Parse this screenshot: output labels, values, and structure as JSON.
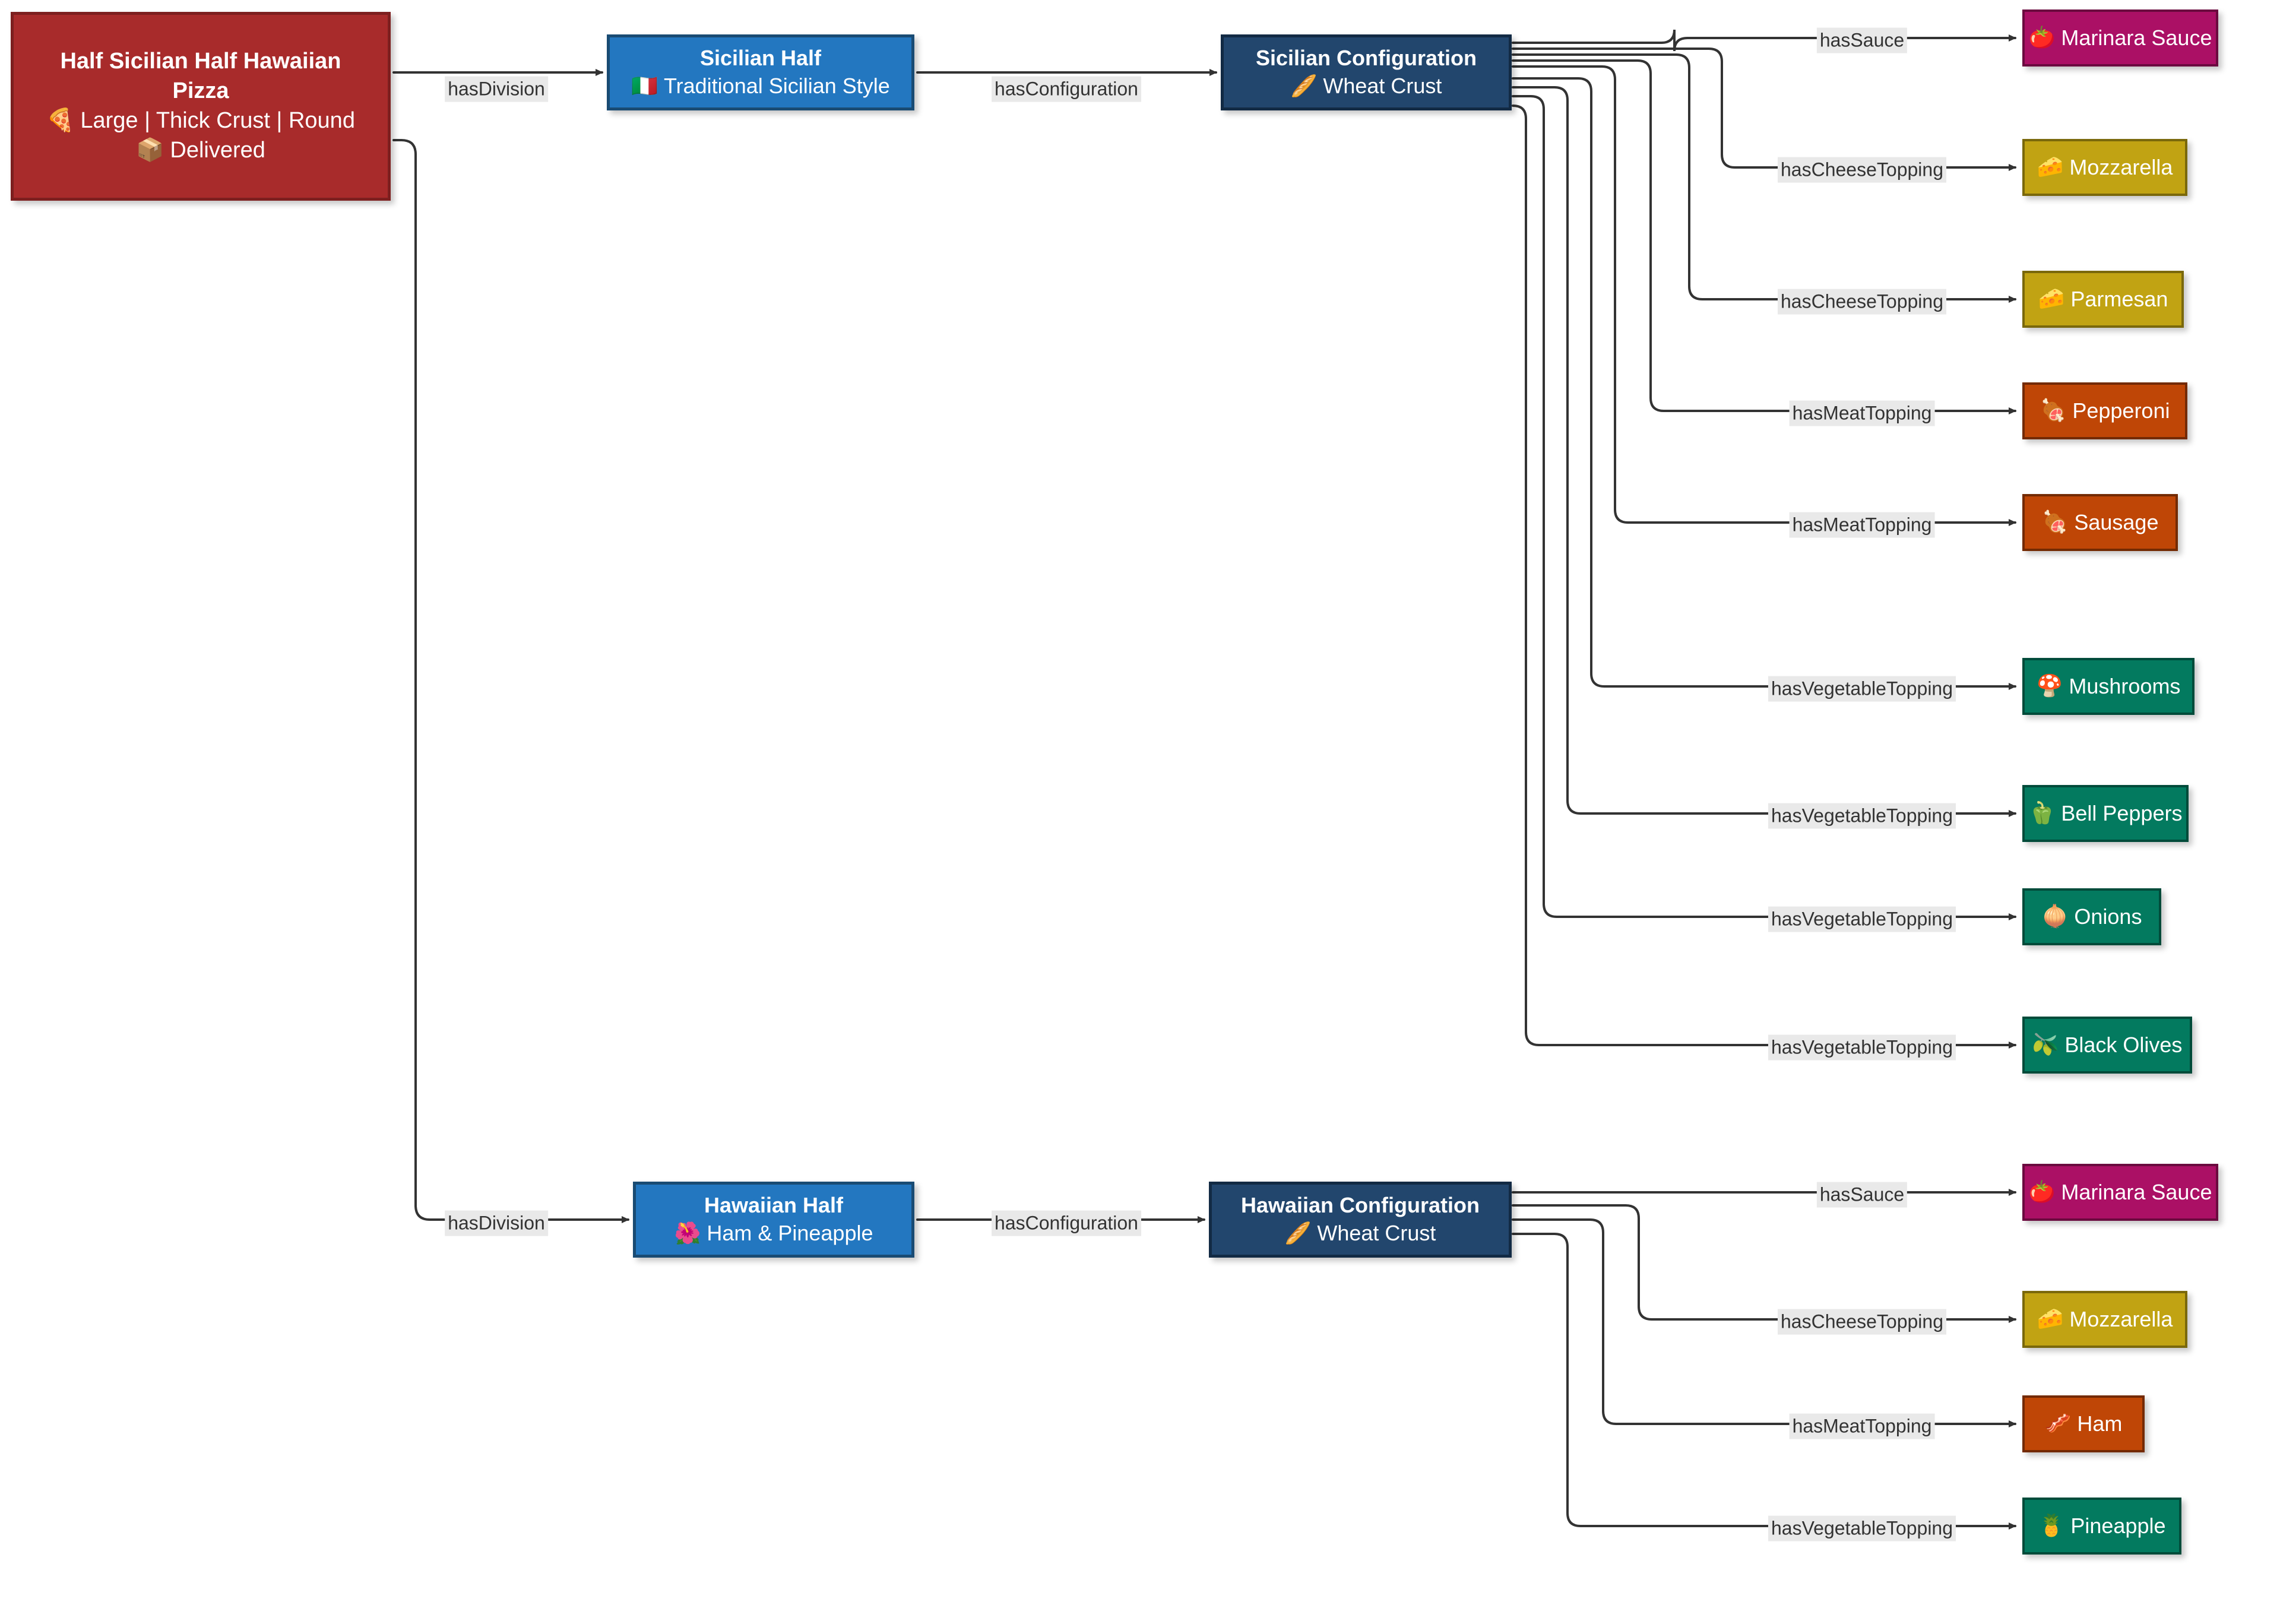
{
  "diagram": {
    "type": "pizza-ontology-graph",
    "orientation": "left-to-right",
    "colors": {
      "root": "#a82b2b",
      "half": "#2377c0",
      "configuration": "#22466d",
      "sauce": "#ab1065",
      "cheese": "#c1a313",
      "meat": "#bf4606",
      "vegetable": "#037a5f",
      "edge": "#333333",
      "edge_label_bg": "#e9e9e9"
    }
  },
  "nodes": {
    "root": {
      "title": "Half Sicilian Half Hawaiian Pizza",
      "title_line1": "Half Sicilian Half Hawaiian",
      "title_line2": "Pizza",
      "spec_icon": "pizza-slice-icon",
      "spec_glyph": "🍕",
      "spec": "Large | Thick Crust | Round",
      "status_icon": "package-icon",
      "status_glyph": "📦",
      "status": "Delivered"
    },
    "sicilian_half": {
      "title": "Sicilian Half",
      "sub_icon": "italy-flag-icon",
      "sub_glyph": "🇮🇹",
      "sub": "Traditional Sicilian Style"
    },
    "sicilian_config": {
      "title": "Sicilian Configuration",
      "sub_icon": "bread-icon",
      "sub_glyph": "🥖",
      "sub": "Wheat Crust"
    },
    "hawaiian_half": {
      "title": "Hawaiian Half",
      "sub_icon": "hibiscus-icon",
      "sub_glyph": "🌺",
      "sub": "Ham & Pineapple"
    },
    "hawaiian_config": {
      "title": "Hawaiian Configuration",
      "sub_icon": "bread-icon",
      "sub_glyph": "🥖",
      "sub": "Wheat Crust"
    }
  },
  "sicilian_toppings": [
    {
      "label": "Marinara Sauce",
      "icon": "tomato-icon",
      "glyph": "🍅",
      "kind": "sauce",
      "edge": "hasSauce"
    },
    {
      "label": "Mozzarella",
      "icon": "cheese-icon",
      "glyph": "🧀",
      "kind": "cheese",
      "edge": "hasCheeseTopping"
    },
    {
      "label": "Parmesan",
      "icon": "cheese-icon",
      "glyph": "🧀",
      "kind": "cheese",
      "edge": "hasCheeseTopping"
    },
    {
      "label": "Pepperoni",
      "icon": "meat-icon",
      "glyph": "🍖",
      "kind": "meat",
      "edge": "hasMeatTopping"
    },
    {
      "label": "Sausage",
      "icon": "meat-icon",
      "glyph": "🍖",
      "kind": "meat",
      "edge": "hasMeatTopping"
    },
    {
      "label": "Mushrooms",
      "icon": "mushroom-icon",
      "glyph": "🍄",
      "kind": "vegetable",
      "edge": "hasVegetableTopping"
    },
    {
      "label": "Bell Peppers",
      "icon": "bell-pepper-icon",
      "glyph": "🫑",
      "kind": "vegetable",
      "edge": "hasVegetableTopping"
    },
    {
      "label": "Onions",
      "icon": "onion-icon",
      "glyph": "🧅",
      "kind": "vegetable",
      "edge": "hasVegetableTopping"
    },
    {
      "label": "Black Olives",
      "icon": "olive-icon",
      "glyph": "🫒",
      "kind": "vegetable",
      "edge": "hasVegetableTopping"
    }
  ],
  "hawaiian_toppings": [
    {
      "label": "Marinara Sauce",
      "icon": "tomato-icon",
      "glyph": "🍅",
      "kind": "sauce",
      "edge": "hasSauce"
    },
    {
      "label": "Mozzarella",
      "icon": "cheese-icon",
      "glyph": "🧀",
      "kind": "cheese",
      "edge": "hasCheeseTopping"
    },
    {
      "label": "Ham",
      "icon": "bacon-icon",
      "glyph": "🥓",
      "kind": "meat",
      "edge": "hasMeatTopping"
    },
    {
      "label": "Pineapple",
      "icon": "pineapple-icon",
      "glyph": "🍍",
      "kind": "vegetable",
      "edge": "hasVegetableTopping"
    }
  ],
  "edges": {
    "division_top": "hasDivision",
    "division_bottom": "hasDivision",
    "configuration_top": "hasConfiguration",
    "configuration_bottom": "hasConfiguration"
  }
}
